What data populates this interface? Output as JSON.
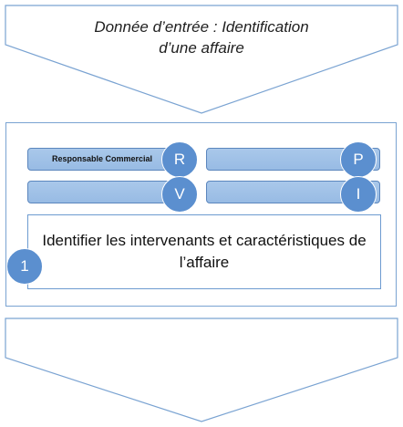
{
  "input": {
    "line1": "Donnée d’entrée : Identification",
    "line2": "d’une affaire"
  },
  "roles": {
    "r": {
      "label": "Responsable Commercial",
      "letter": "R"
    },
    "p": {
      "label": "",
      "letter": "P"
    },
    "v": {
      "label": "",
      "letter": "V"
    },
    "i": {
      "label": "",
      "letter": "I"
    }
  },
  "step": {
    "number": "1",
    "text": "Identifier les intervenants et caractéristiques de l’affaire"
  },
  "colors": {
    "chevron_border": "#7aa3d2",
    "pill_fill": "#a9c8ea",
    "circle_fill": "#5b8fcf"
  }
}
